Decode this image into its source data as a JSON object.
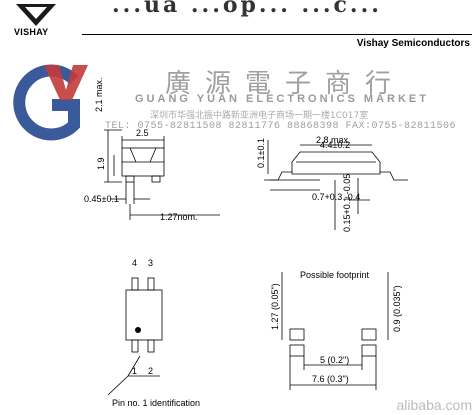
{
  "header": {
    "title_fragment": "...ua ...op... ...c...",
    "logo_text": "VISHAY",
    "company": "Vishay Semiconductors"
  },
  "watermark": {
    "cn_name": "廣源電子商行",
    "en_name": "GUANG YUAN ELECTRONICS MARKET",
    "address": "深圳市华强北振中路新亚洲电子商场一期一楼1C017室",
    "tel_line": "TEL: 0755-82811508  82811776  88868398  FAX:0755-82811506"
  },
  "dims": {
    "d2_1": "2.1 max.",
    "d2_8": "2.8 max.",
    "d2_5": "2.5",
    "d1_9": "1.9",
    "d0_45": "0.45±0.1",
    "d1_27": "1.27nom.",
    "d4_4": "4.4±0.2",
    "d0_1": "0.1±0.1",
    "d0_7": "0.7+0.3 -0.4",
    "d0_15": "0.15+0.1 -0.05"
  },
  "pins": {
    "p1": "1",
    "p2": "2",
    "p3": "3",
    "p4": "4",
    "pin1_note": "Pin no. 1 identification"
  },
  "footprint": {
    "title": "Possible footprint",
    "d127": "1.27 (0.05\")",
    "d09": "0.9 (0.035\")",
    "d5": "5 (0.2\")",
    "d76": "7.6 (0.3\")"
  },
  "site": "alibaba.com"
}
